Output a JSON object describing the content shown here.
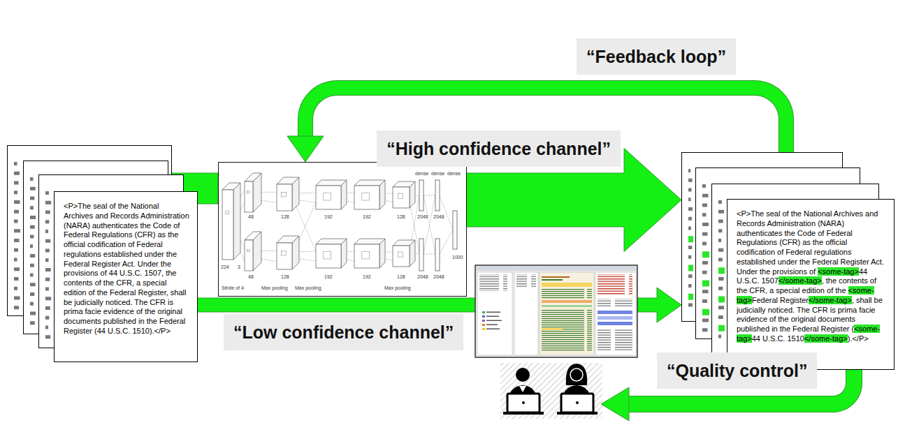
{
  "diagram": {
    "nodes": [
      {
        "text": [
          "<P>The seal of the National Archives and Records Administration (NARA) authenticates the Code of Federal Regulations (CFR) as the official codification of Federal regulations established under the Federal Register Act. Under the provisions of 44 U.S.C. 1507, the contents of the CFR, a special edition of the Federal Register, shall be judicially noticed. The CFR is prima facie evidence of the original documents published in the Federal Register (44 U.S.C. 1510).</P>"
        ]
      },
      {
        "text": [
          "224",
          "3",
          "Stride of 4",
          "48",
          "48",
          "128",
          "128",
          "192",
          "192",
          "192",
          "192",
          "128",
          "128",
          "Max pooling",
          "Max pooling",
          "Max pooling",
          "2048",
          "2048",
          "2048",
          "2048",
          "dense",
          "dense",
          "dense",
          "1000"
        ]
      },
      {
        "text": [
          "<P>The seal of the National Archives and Records Administration (NARA) authenticates the Code of Federal Regulations (CFR) as the official codification of Federal regulations established under the Federal Register Act. Under the provisions of <some-tag>44 U.S.C. 1507</some-tag>, the contents of the CFR, a special edition of the <some-tag>Federal Register</some-tag>, shall be judicially noticed. The CFR is prima facie evidence of the original documents published in the Federal Register (<some-tag>44 U.S.C. 1510</some-tag>).</P>"
        ]
      }
    ],
    "edges": [
      {
        "from": 0,
        "to": 1,
        "arrow": "none"
      },
      {
        "from": 1,
        "to": 2,
        "arrow": "to",
        "label": "“High confidence channel”"
      },
      {
        "from": 0,
        "to": 2,
        "arrow": "to",
        "label": "“Low confidence channel”"
      },
      {
        "from": 2,
        "to": 1,
        "arrow": "to",
        "label": "“Feedback loop”"
      }
    ],
    "labels": [
      "“Quality control”"
    ]
  }
}
